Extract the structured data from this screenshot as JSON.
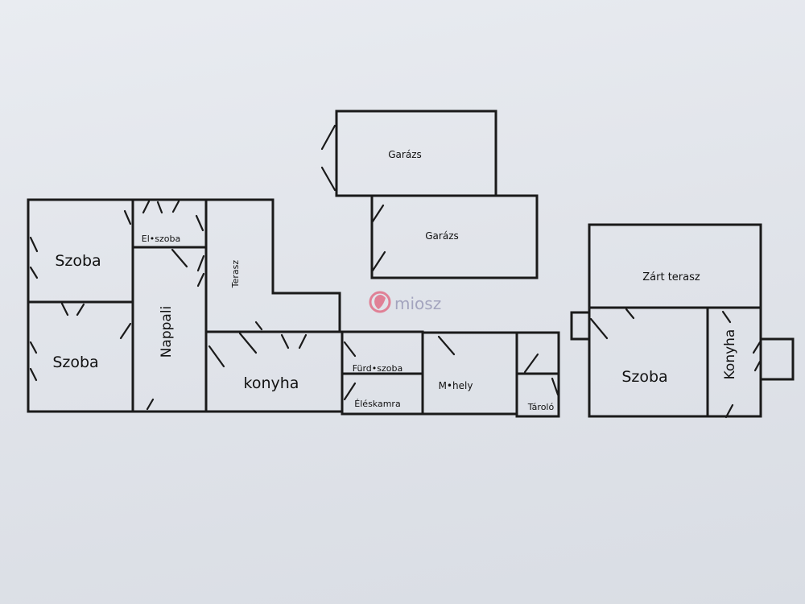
{
  "rooms": {
    "szoba_top": "Szoba",
    "szoba_bottom": "Szoba",
    "eloszoba": "El•szoba",
    "nappali": "Nappali",
    "terasz": "Terasz",
    "konyha_main": "konyha",
    "furdoszoba": "Fürd•szoba",
    "eleskamra": "Éléskamra",
    "muhely": "M•hely",
    "tarolo": "Tároló",
    "garazs_top": "Garázs",
    "garazs_bottom": "Garázs",
    "zart_terasz": "Zárt terasz",
    "szoba_annex": "Szoba",
    "konyha_annex": "Konyha"
  },
  "watermark": {
    "text": "miosz",
    "logo_icon": "miosz-logo-icon",
    "logo_color": "#e0607a"
  }
}
